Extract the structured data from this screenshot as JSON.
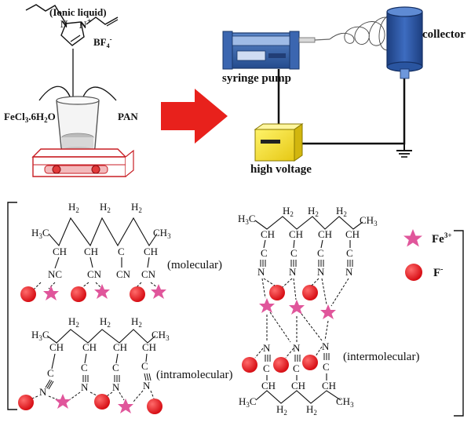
{
  "top": {
    "ionic_liquid_label": "(Ionic liquid)",
    "n_left": "N",
    "n_right": "N",
    "plus": "+",
    "bf4": "BF",
    "bf4_sub": "4",
    "bf4_sup": "-",
    "fecl3_main": "FeCl",
    "fecl3_sub1": "3",
    "fecl3_rest": ".6H",
    "fecl3_sub2": "2",
    "fecl3_end": "O",
    "pan": "PAN",
    "syringe_pump": "syringe pump",
    "collector": "collector",
    "high_voltage": "high voltage"
  },
  "legend": {
    "fe_label": "Fe",
    "fe_sup": "3+",
    "f_label": "F",
    "f_sup": "-"
  },
  "structures": {
    "h2": "H",
    "h2_sub": "2",
    "ch": "CH",
    "c": "C",
    "ch3": "CH",
    "ch3_sub": "3",
    "h3c": "H",
    "h3c_sub": "3",
    "h3c_c": "C",
    "nc": "NC",
    "cn": "CN",
    "n": "N",
    "molecular": "(molecular)",
    "intramolecular": "(intramolecular)",
    "intermolecular": "(intermolecular)"
  },
  "colors": {
    "red_arrow": "#e8211c",
    "fe_star": "#e0569b",
    "f_circle": "#e3141b",
    "pump_blue": "#2f5fa9",
    "collector_blue": "#2a55a0",
    "hv_yellow": "#f2e21e",
    "hotplate_red": "#d8232a"
  }
}
